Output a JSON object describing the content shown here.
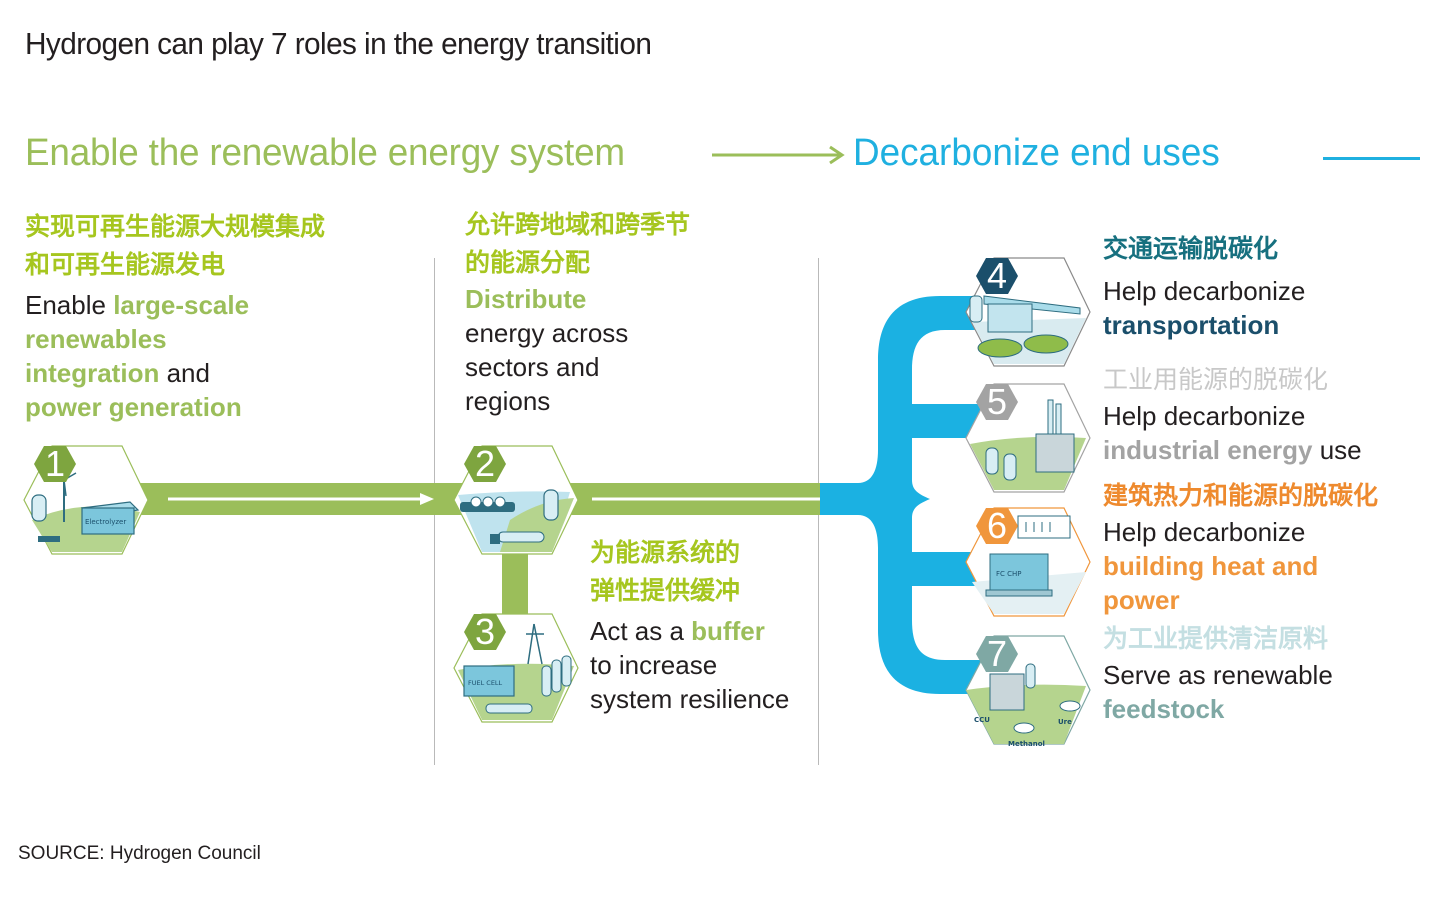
{
  "title": "Hydrogen can play 7 roles in the energy transition",
  "phases": {
    "left": "Enable the renewable energy system",
    "right": "Decarbonize end uses"
  },
  "colors": {
    "green": "#9bbe5a",
    "green_cn": "#a6c61f",
    "blue": "#1bb1e2",
    "navy": "#1b4f6b",
    "grey": "#a3a3a3",
    "orange": "#f0963c",
    "teal": "#7fa8a4",
    "teal_cn": "#c4dfe2"
  },
  "roles": [
    {
      "number": "1",
      "cn": [
        "实现可再生能源大规模集成",
        "和可再生能源发电"
      ],
      "en_parts": [
        {
          "text": "Enable ",
          "emph": false
        },
        {
          "text": "large-scale renewables integration",
          "emph": true
        },
        {
          "text": " and ",
          "emph": false
        },
        {
          "text": "power generation",
          "emph": true
        }
      ],
      "en_lines": [
        "Enable ",
        "large-scale",
        "renewables",
        "integration",
        " and",
        "power generation"
      ],
      "icon": "electrolyzer-wind-solar-icon",
      "icon_label": "Electrolyzer"
    },
    {
      "number": "2",
      "cn": [
        "允许跨地域和跨季节",
        "的能源分配"
      ],
      "en_lines": [
        "Distribute",
        "energy across",
        "sectors and",
        "regions"
      ],
      "icon": "ship-truck-storage-icon"
    },
    {
      "number": "3",
      "cn": [
        "为能源系统的",
        "弹性提供缓冲"
      ],
      "en_lines": [
        "Act as a ",
        "buffer",
        "to increase",
        "system resilience"
      ],
      "icon": "fuel-cell-grid-icon",
      "icon_label": "FUEL CELL"
    },
    {
      "number": "4",
      "cn": [
        "交通运输脱碳化"
      ],
      "en_lines": [
        "Help decarbonize",
        "transportation"
      ],
      "icon": "fuel-station-cars-icon"
    },
    {
      "number": "5",
      "cn": [
        "工业用能源的脱碳化"
      ],
      "en_lines": [
        "Help decarbonize",
        "industrial energy",
        " use"
      ],
      "icon": "factory-tanks-icon"
    },
    {
      "number": "6",
      "cn": [
        "建筑热力和能源的脱碳化"
      ],
      "en_lines": [
        "Help decarbonize",
        "building heat and",
        "power"
      ],
      "icon": "fc-chp-heater-icon",
      "icon_label": "FC CHP"
    },
    {
      "number": "7",
      "cn": [
        "为工业提供清洁原料"
      ],
      "en_lines": [
        "Serve as renewable",
        "feedstock"
      ],
      "icon": "chemical-plant-icon",
      "icon_labels": [
        "CCU",
        "Methanol",
        "Ure"
      ]
    }
  ],
  "source": "SOURCE: Hydrogen Council"
}
